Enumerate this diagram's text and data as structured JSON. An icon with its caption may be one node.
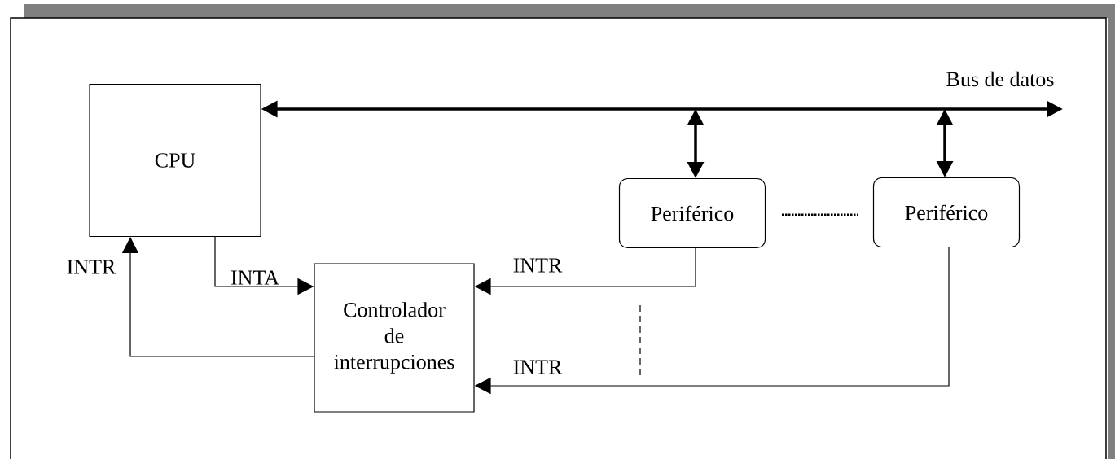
{
  "diagram": {
    "nodes": [
      {
        "text": [
          "CPU"
        ]
      },
      {
        "text": [
          "Controlador de interrupciones"
        ]
      },
      {
        "text": [
          "Periférico"
        ]
      },
      {
        "text": [
          "Periférico"
        ]
      }
    ],
    "edges": [
      {
        "from": 0,
        "to": null,
        "arrow": "both",
        "style": "thick",
        "label": "Bus de datos"
      },
      {
        "from": null,
        "to": 2,
        "arrow": "both",
        "style": "thick"
      },
      {
        "from": null,
        "to": 3,
        "arrow": "both",
        "style": "thick"
      },
      {
        "from": 0,
        "to": 1,
        "arrow": "to",
        "label": "INTA"
      },
      {
        "from": 1,
        "to": 0,
        "arrow": "to",
        "label": "INTR"
      },
      {
        "from": 2,
        "to": 1,
        "arrow": "to",
        "label": "INTR"
      },
      {
        "from": 3,
        "to": 1,
        "arrow": "to",
        "label": "INTR"
      }
    ]
  }
}
